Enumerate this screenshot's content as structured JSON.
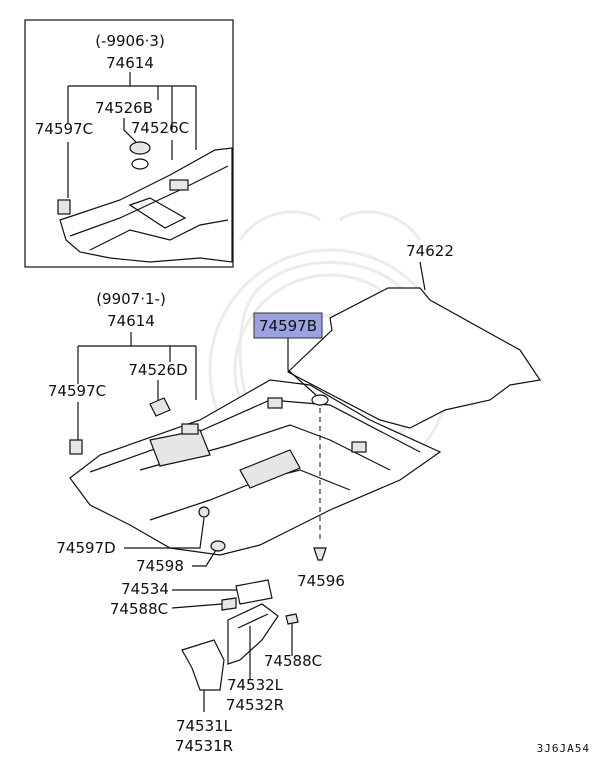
{
  "inset": {
    "date_range": "(-9906·3)",
    "labels": {
      "p74614": "74614",
      "p74526B": "74526B",
      "p74526C": "74526C",
      "p74597C": "74597C"
    }
  },
  "main": {
    "date_range": "(9907·1-)",
    "labels": {
      "p74614": "74614",
      "p74526D": "74526D",
      "p74597C": "74597C",
      "p74622": "74622",
      "p74597B": "74597B",
      "p74597D": "74597D",
      "p74598": "74598",
      "p74596": "74596",
      "p74534": "74534",
      "p74588C_a": "74588C",
      "p74588C_b": "74588C",
      "p74532L": "74532L",
      "p74532R": "74532R",
      "p74531L": "74531L",
      "p74531R": "74531R"
    },
    "highlight_color": "#9aa2e0"
  },
  "footer_code": "3J6JA54"
}
